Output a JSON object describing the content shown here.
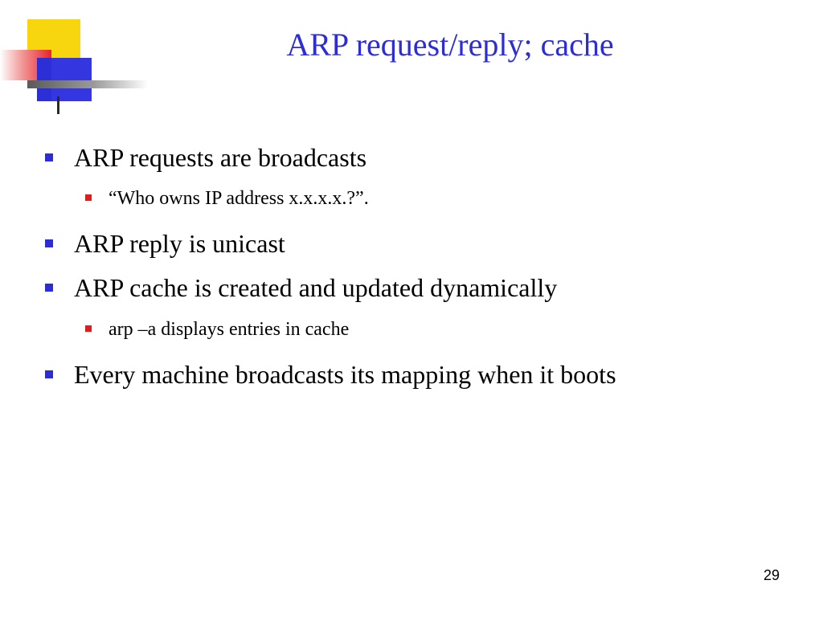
{
  "slide": {
    "title": "ARP request/reply; cache",
    "bullets": [
      {
        "text": "ARP requests are broadcasts",
        "level": 1
      },
      {
        "text": "“Who owns IP address x.x.x.x.?”.",
        "level": 2
      },
      {
        "text": "ARP reply is unicast",
        "level": 1
      },
      {
        "text": "ARP cache is created and updated dynamically",
        "level": 1
      },
      {
        "text": "arp –a displays entries in cache",
        "level": 2
      },
      {
        "text": "Every machine broadcasts its mapping when it boots",
        "level": 1
      }
    ],
    "page_number": "29"
  },
  "colors": {
    "title": "#2d2dd6",
    "level1_bullet": "#2d2dd6",
    "level2_bullet": "#e01b1b",
    "logo_yellow": "#f7d60f",
    "logo_red": "#e8232c",
    "logo_blue": "#3436e0"
  }
}
